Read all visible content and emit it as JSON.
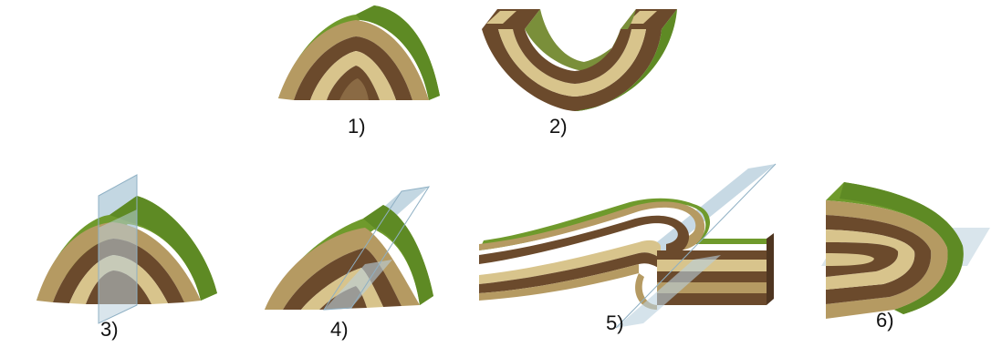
{
  "colors": {
    "grass": "#6f9a2c",
    "grass_dark": "#4f7a1e",
    "sand": "#d8c48c",
    "brown": "#6b4a2c",
    "brown_dark": "#4e3520",
    "tan": "#b59a62",
    "plane": "#b9d0dd",
    "plane_edge": "#8fb0c4"
  },
  "figures": [
    {
      "id": 1,
      "label": "1)",
      "icon": "anticline-block-icon",
      "has_axial_plane": false
    },
    {
      "id": 2,
      "label": "2)",
      "icon": "syncline-block-icon",
      "has_axial_plane": false
    },
    {
      "id": 3,
      "label": "3)",
      "icon": "upright-fold-with-vertical-axial-plane-icon",
      "has_axial_plane": true
    },
    {
      "id": 4,
      "label": "4)",
      "icon": "inclined-fold-with-inclined-axial-plane-icon",
      "has_axial_plane": true
    },
    {
      "id": 5,
      "label": "5)",
      "icon": "overturned-fold-with-axial-plane-icon",
      "has_axial_plane": true
    },
    {
      "id": 6,
      "label": "6)",
      "icon": "recumbent-fold-with-horizontal-axial-plane-icon",
      "has_axial_plane": true
    }
  ]
}
